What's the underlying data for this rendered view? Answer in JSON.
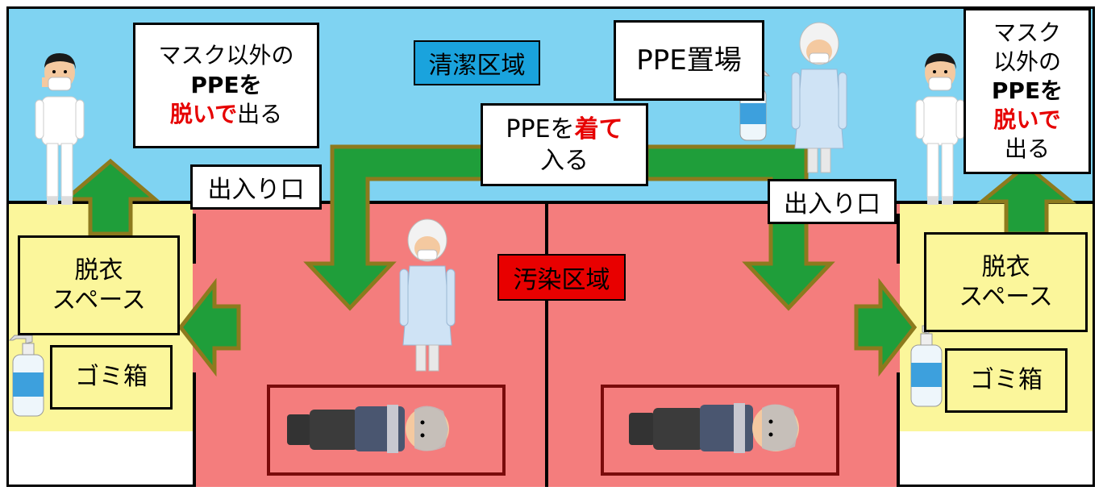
{
  "zones": {
    "clean_label": "清潔区域",
    "dirty_label": "汚染区域"
  },
  "left": {
    "instruction_line1": "マスク以外の",
    "instruction_line2": "PPEを",
    "instruction_red": "脱いで",
    "instruction_tail": "出る",
    "entrance": "出入り口",
    "changing_line1": "脱衣",
    "changing_line2": "スペース",
    "trash": "ゴミ箱"
  },
  "right": {
    "instruction_line1": "マスク",
    "instruction_line2": "以外の",
    "instruction_line3": "PPEを",
    "instruction_red": "脱いで",
    "instruction_tail": "出る",
    "entrance": "出入り口",
    "changing_line1": "脱衣",
    "changing_line2": "スペース",
    "trash": "ゴミ箱"
  },
  "center": {
    "ppe_storage": "PPE置場",
    "wear_line1_prefix": "PPEを",
    "wear_line1_red": "着て",
    "wear_line2": "入る"
  },
  "colors": {
    "clean_area": "#7fd3f2",
    "contaminated_area": "#f47d7d",
    "changing_area": "#fbf69b",
    "arrow_fill": "#1f9e3a",
    "arrow_outline": "#8d7a1e",
    "emphasis_red": "#e60000",
    "bed_border": "#7a0b0b"
  },
  "icons": [
    "nurse-figure",
    "ppe-gowned-figure",
    "sanitizer-bottle",
    "patient-in-bed",
    "green-arrow"
  ]
}
